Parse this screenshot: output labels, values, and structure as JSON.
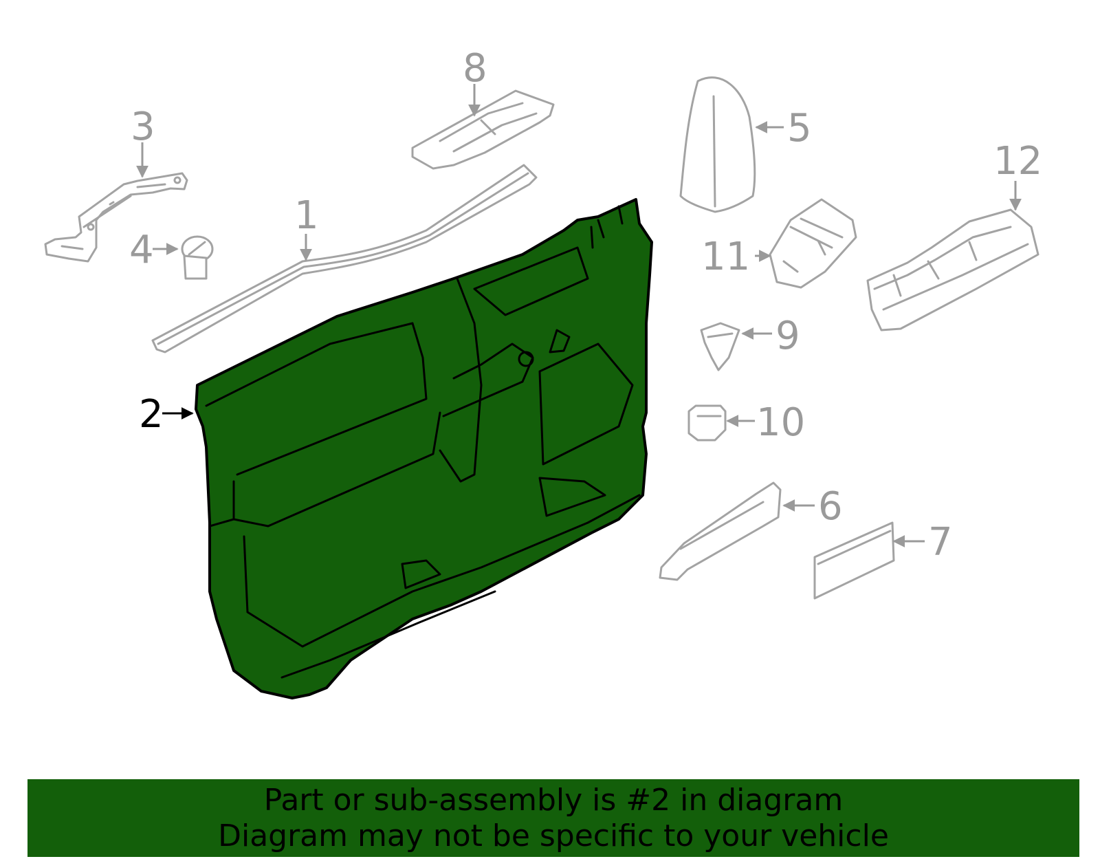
{
  "diagram": {
    "highlight_color": "#135f0a",
    "callouts": [
      {
        "id": "1",
        "label": "1"
      },
      {
        "id": "2",
        "label": "2"
      },
      {
        "id": "3",
        "label": "3"
      },
      {
        "id": "4",
        "label": "4"
      },
      {
        "id": "5",
        "label": "5"
      },
      {
        "id": "6",
        "label": "6"
      },
      {
        "id": "7",
        "label": "7"
      },
      {
        "id": "8",
        "label": "8"
      },
      {
        "id": "9",
        "label": "9"
      },
      {
        "id": "10",
        "label": "10"
      },
      {
        "id": "11",
        "label": "11"
      },
      {
        "id": "12",
        "label": "12"
      }
    ],
    "highlighted_part": "2"
  },
  "footer": {
    "line1": "Part or sub-assembly is #2 in diagram",
    "line2": "Diagram may not be specific to your vehicle",
    "background": "#135f0a"
  }
}
